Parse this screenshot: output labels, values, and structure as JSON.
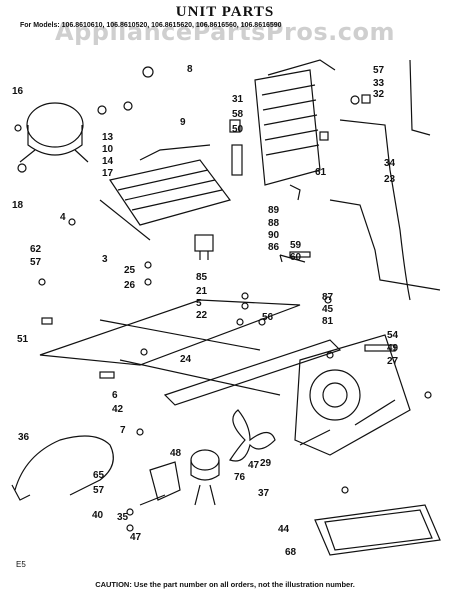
{
  "watermark": "AppliancePartsPros.com",
  "title": "UNIT PARTS",
  "models_line": "For Models: 106.8610610, 106.8610520, 106.8615620, 106.8616560, 106.8616590",
  "page_code": "E5",
  "caution": "CAUTION: Use the part number on all orders, not the illustration number.",
  "callouts": [
    "16",
    "8",
    "57",
    "33",
    "32",
    "31",
    "58",
    "50",
    "9",
    "13",
    "10",
    "14",
    "17",
    "18",
    "4",
    "3",
    "25",
    "26",
    "62",
    "57",
    "85",
    "89",
    "88",
    "90",
    "86",
    "59",
    "60",
    "34",
    "23",
    "61",
    "21",
    "5",
    "22",
    "56",
    "87",
    "45",
    "81",
    "51",
    "24",
    "6",
    "42",
    "54",
    "49",
    "27",
    "36",
    "7",
    "65",
    "57",
    "35",
    "40",
    "47",
    "48",
    "29",
    "76",
    "37",
    "47",
    "44",
    "68"
  ]
}
